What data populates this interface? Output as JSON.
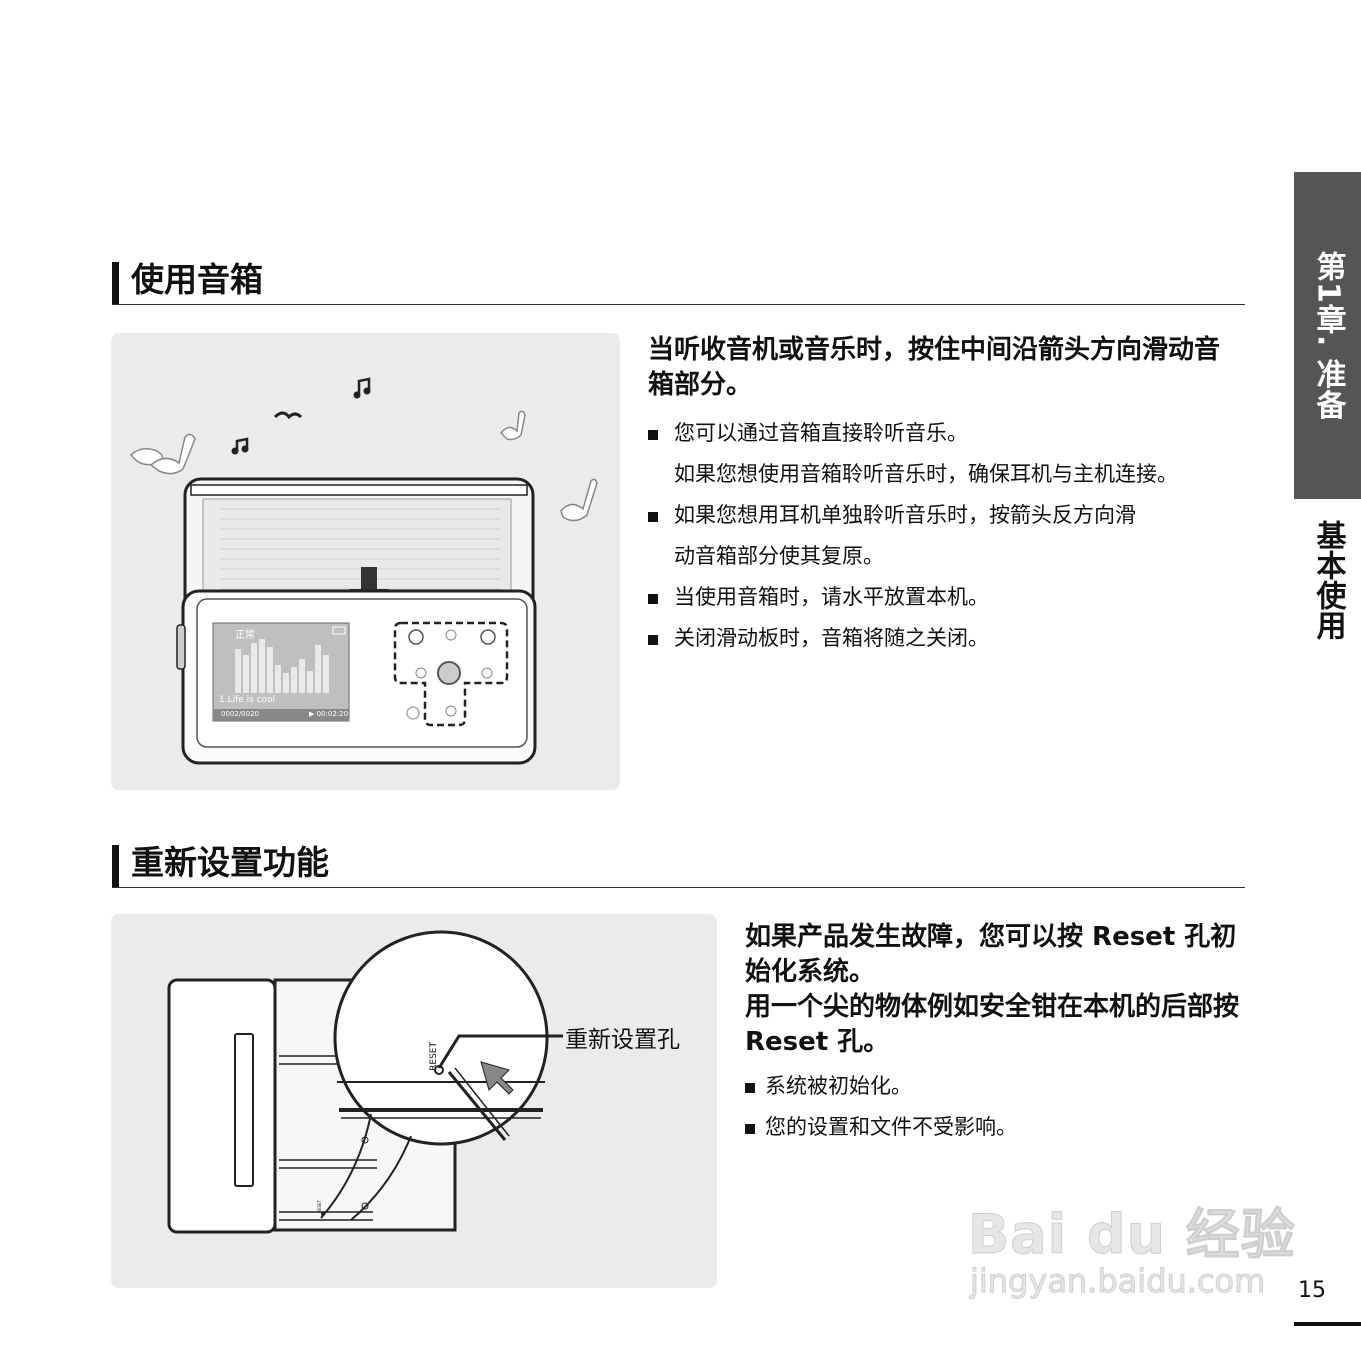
{
  "side_tab": {
    "chapter": "第1章. 准备",
    "subsection": "基本使用"
  },
  "section1": {
    "heading": "使用音箱",
    "lead": "当听收音机或音乐时，按住中间沿箭头方向滑动音箱部分。",
    "bullets": [
      {
        "text": "您可以通过音箱直接聆听音乐。",
        "continuation": "如果您想使用音箱聆听音乐时，确保耳机与主机连接。"
      },
      {
        "text": "如果您想用耳机单独聆听音乐时，按箭头反方向滑",
        "continuation": "动音箱部分使其复原。"
      },
      {
        "text": "当使用音箱时，请水平放置本机。",
        "continuation": ""
      },
      {
        "text": "关闭滑动板时，音箱将随之关闭。",
        "continuation": ""
      }
    ],
    "device_screen": {
      "mode": "正常",
      "track": "1.Life is cool",
      "counter": "0002/0020",
      "time": "▶ 00:02:20"
    }
  },
  "section2": {
    "heading": "重新设置功能",
    "lead_1": "如果产品发生故障，您可以按 Reset 孔初始化系统。",
    "lead_2": "用一个尖的物体例如安全钳在本机的后部按 Reset 孔。",
    "callout": "重新设置孔",
    "reset_label": "RESET",
    "small_reset_label": "RESET",
    "bullets": [
      "系统被初始化。",
      "您的设置和文件不受影响。"
    ]
  },
  "page_number": "15",
  "watermark": {
    "logo": "Bai du 经验",
    "url": "jingyan.baidu.com"
  }
}
